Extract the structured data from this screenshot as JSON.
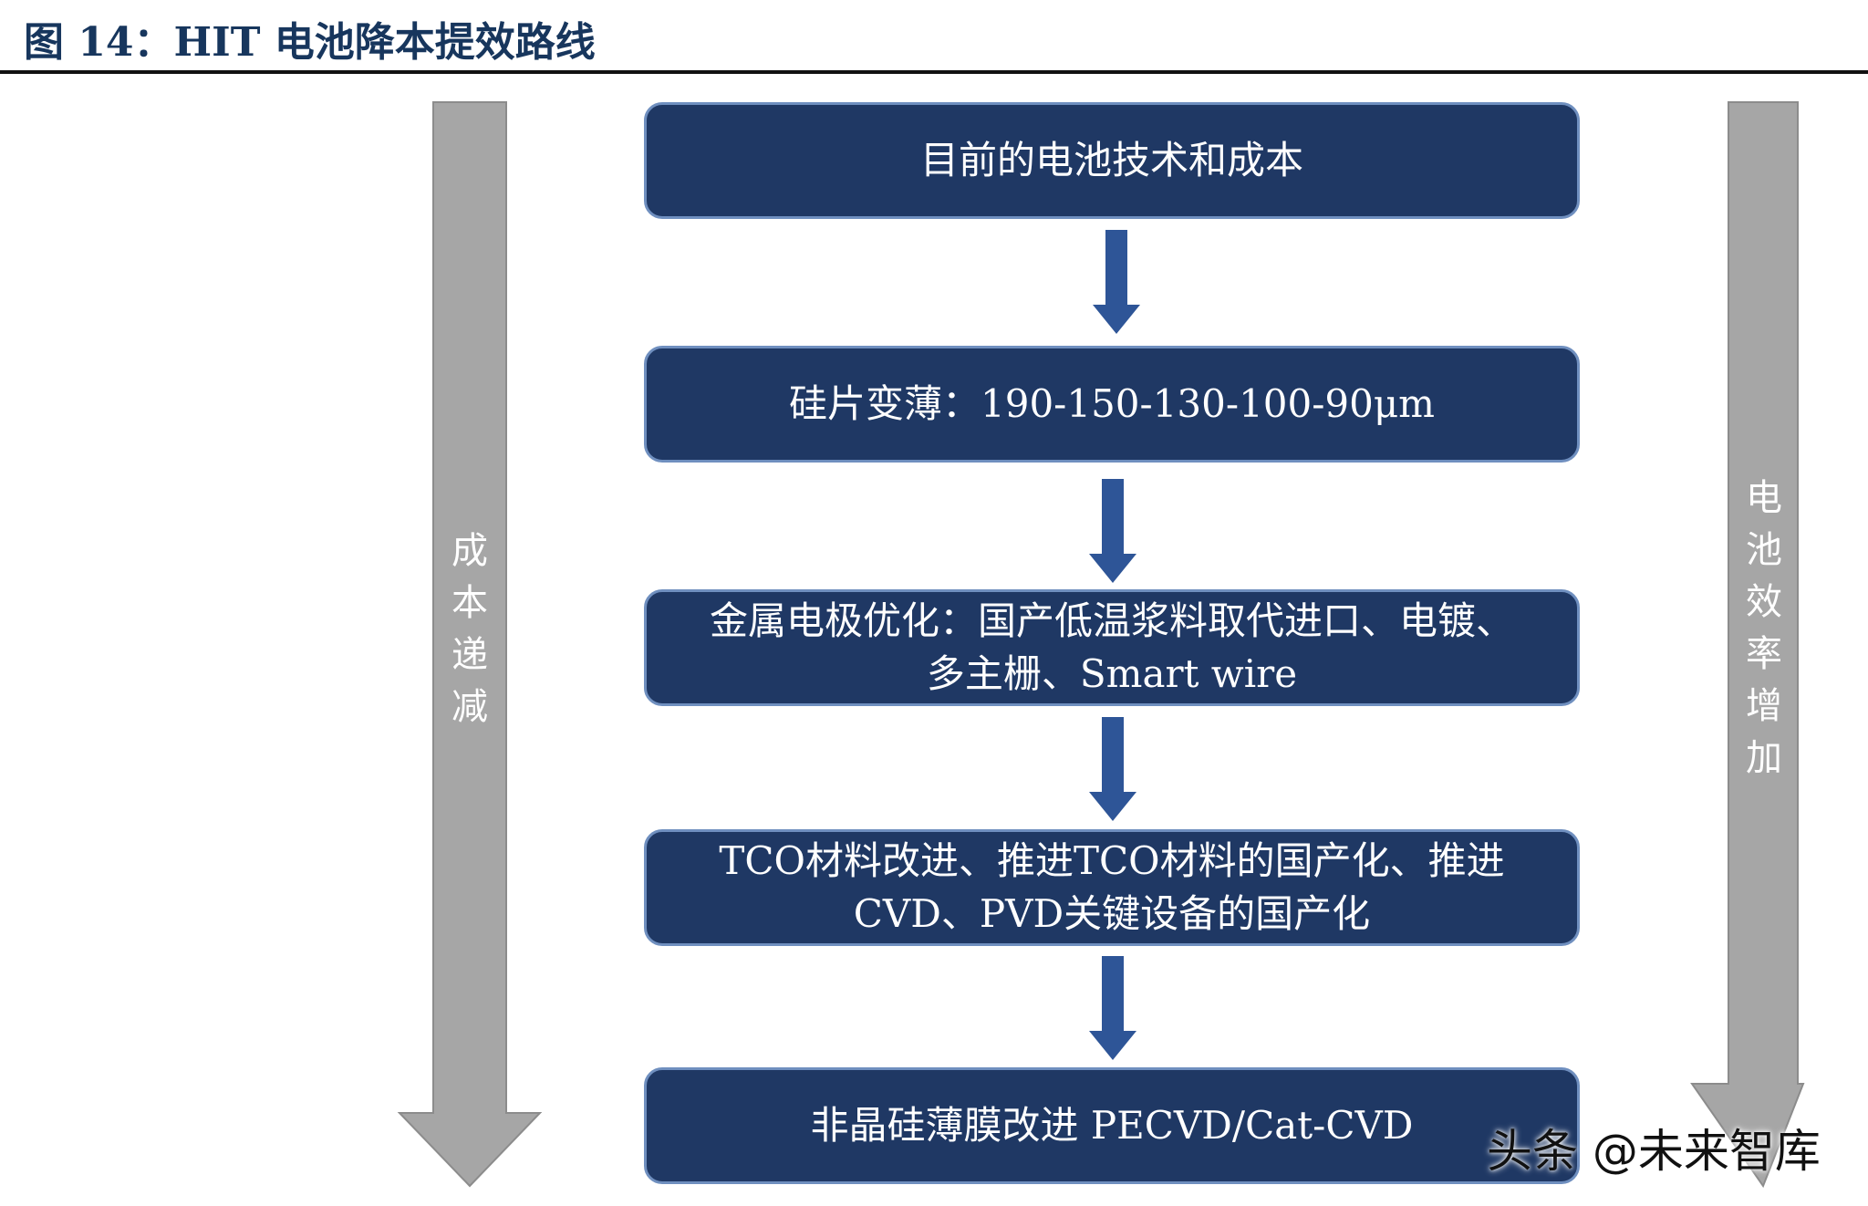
{
  "figure": {
    "title": "图 14：HIT 电池降本提效路线"
  },
  "side": {
    "left_label": "成\n本\n递\n减",
    "right_label": "电\n池\n效\n率\n增\n加"
  },
  "steps": [
    {
      "text": "目前的电池技术和成本"
    },
    {
      "text": "硅片变薄：190-150-130-100-90μm"
    },
    {
      "text": "金属电极优化：国产低温浆料取代进口、电镀、\n多主栅、Smart wire"
    },
    {
      "text": "TCO材料改进、推进TCO材料的国产化、推进\nCVD、PVD关键设备的国产化"
    },
    {
      "text": "非晶硅薄膜改进 PECVD/Cat-CVD"
    }
  ],
  "watermark": {
    "text": "头条 @未来智库"
  },
  "colors": {
    "box_fill": "#1f3864",
    "box_border": "#6f8fbf",
    "flow_arrow": "#2e5597",
    "side_arrow": "#a6a6a6",
    "title": "#17365d"
  }
}
